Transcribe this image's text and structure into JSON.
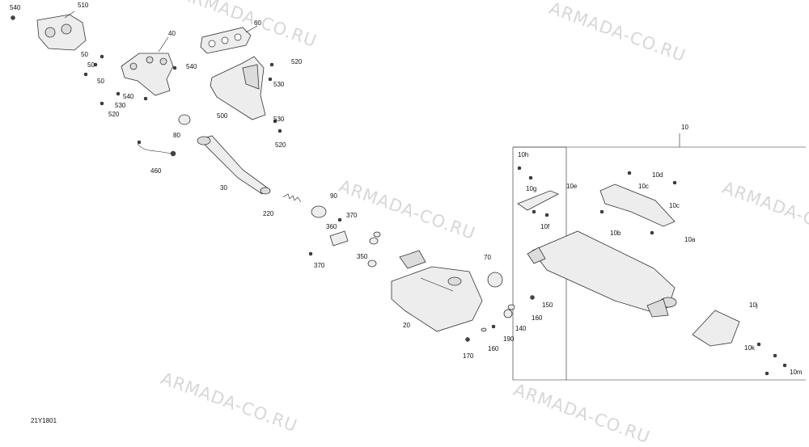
{
  "watermark": "ARMADA-CO.RU",
  "reference_code": "21Y1801",
  "labels": {
    "p540a": "540",
    "p510": "510",
    "p40": "40",
    "p60": "60",
    "p50a": "50",
    "p50b": "50",
    "p50c": "50",
    "p540b": "540",
    "p520a": "520",
    "p530a": "530",
    "p540c": "540",
    "p530b": "530",
    "p520b": "520",
    "p500": "500",
    "p530c": "530",
    "p520c": "520",
    "p80": "80",
    "p460": "460",
    "p30": "30",
    "p90": "90",
    "p220": "220",
    "p370a": "370",
    "p360": "360",
    "p350": "350",
    "p370b": "370",
    "p70": "70",
    "p20": "20",
    "p150": "150",
    "p160a": "160",
    "p140": "140",
    "p190": "190",
    "p160b": "160",
    "p170": "170",
    "p10": "10",
    "p10h": "10h",
    "p10g": "10g",
    "p10e": "10e",
    "p10d": "10d",
    "p10c_a": "10c",
    "p10c_b": "10c",
    "p10f": "10f",
    "p10b": "10b",
    "p10a": "10a",
    "p10j": "10j",
    "p10k": "10k",
    "p10m": "10m"
  }
}
